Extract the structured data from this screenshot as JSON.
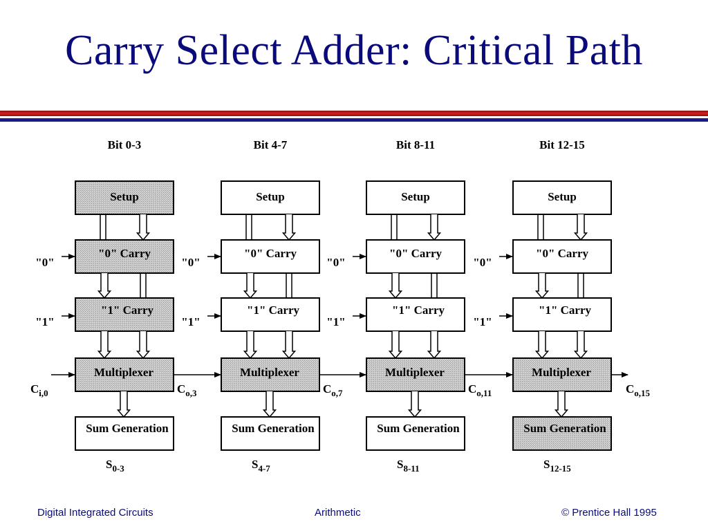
{
  "title": "Carry Select Adder: Critical Path",
  "colors": {
    "title": "#0a0a7a",
    "rule_red": "#b01818",
    "rule_blue": "#1a1a8a",
    "shade": "#c8c8c8"
  },
  "stages": [
    {
      "header": "Bit 0-3",
      "setup": "Setup",
      "carry0": "\"0\" Carry",
      "carry1": "\"1\" Carry",
      "mux": "Multiplexer",
      "sum": "Sum Generation",
      "in0": "\"0\"",
      "in1": "\"1\"",
      "s_main": "S",
      "s_sub": "0-3",
      "carry_in_main": "C",
      "carry_in_sub": "i,0",
      "critical": {
        "setup": true,
        "carry0": true,
        "carry1": true,
        "mux": true,
        "sum": false
      }
    },
    {
      "header": "Bit 4-7",
      "setup": "Setup",
      "carry0": "\"0\" Carry",
      "carry1": "\"1\" Carry",
      "mux": "Multiplexer",
      "sum": "Sum Generation",
      "in0": "\"0\"",
      "in1": "\"1\"",
      "s_main": "S",
      "s_sub": "4-7",
      "carry_in_main": "C",
      "carry_in_sub": "o,3",
      "critical": {
        "setup": false,
        "carry0": false,
        "carry1": false,
        "mux": true,
        "sum": false
      }
    },
    {
      "header": "Bit 8-11",
      "setup": "Setup",
      "carry0": "\"0\" Carry",
      "carry1": "\"1\" Carry",
      "mux": "Multiplexer",
      "sum": "Sum Generation",
      "in0": "\"0\"",
      "in1": "\"1\"",
      "s_main": "S",
      "s_sub": "8-11",
      "carry_in_main": "C",
      "carry_in_sub": "o,7",
      "critical": {
        "setup": false,
        "carry0": false,
        "carry1": false,
        "mux": true,
        "sum": false
      }
    },
    {
      "header": "Bit 12-15",
      "setup": "Setup",
      "carry0": "\"0\" Carry",
      "carry1": "\"1\" Carry",
      "mux": "Multiplexer",
      "sum": "Sum Generation",
      "in0": "\"0\"",
      "in1": "\"1\"",
      "s_main": "S",
      "s_sub": "12-15",
      "carry_in_main": "C",
      "carry_in_sub": "o,11",
      "critical": {
        "setup": false,
        "carry0": false,
        "carry1": false,
        "mux": true,
        "sum": true
      }
    }
  ],
  "carry_out": {
    "main": "C",
    "sub": "o,15"
  },
  "footer": {
    "left": "Digital Integrated Circuits",
    "center": "Arithmetic",
    "right": "© Prentice Hall 1995"
  }
}
